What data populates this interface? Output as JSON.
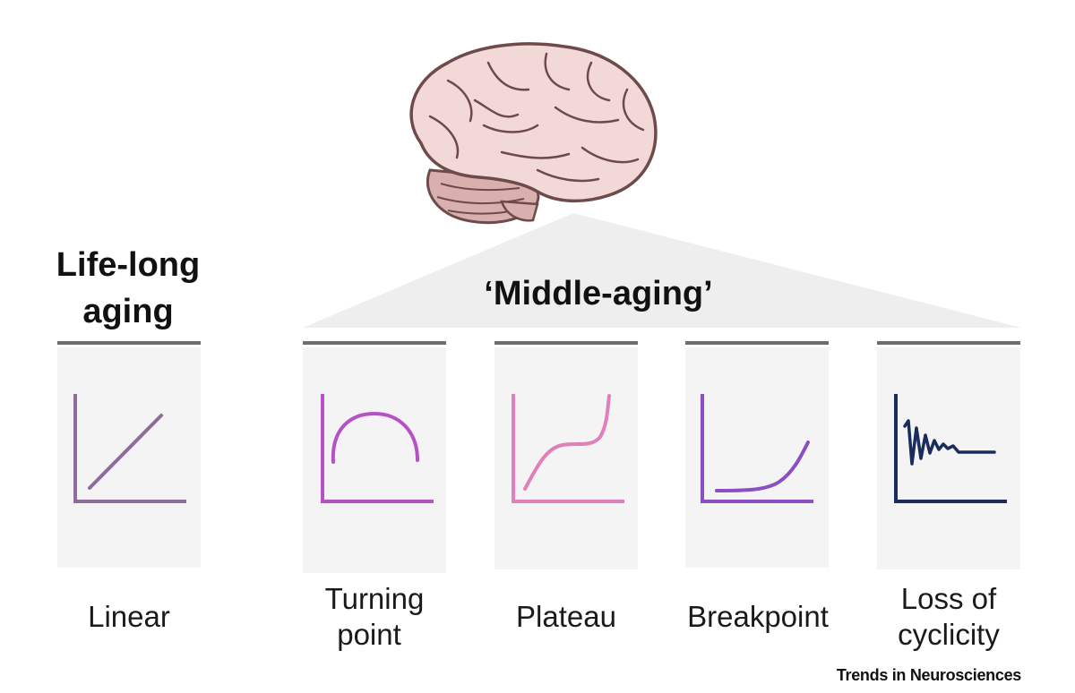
{
  "headings": {
    "life_long": [
      "Life-long",
      "aging"
    ],
    "middle_aging": "‘Middle-aging’"
  },
  "patterns": [
    {
      "key": "linear",
      "label_lines": [
        "Linear"
      ],
      "color": "#8E6C9E"
    },
    {
      "key": "turning-point",
      "label_lines": [
        "Turning",
        "point"
      ],
      "color": "#B651C8"
    },
    {
      "key": "plateau",
      "label_lines": [
        "Plateau"
      ],
      "color": "#E07FBA"
    },
    {
      "key": "breakpoint",
      "label_lines": [
        "Breakpoint"
      ],
      "color": "#8A4FC0"
    },
    {
      "key": "loss-of-cyclicity",
      "label_lines": [
        "Loss of",
        "cyclicity"
      ],
      "color": "#1A2B5E"
    }
  ],
  "colors": {
    "panel_bg": "#F4F4F4",
    "panel_bar": "#6E6E6E",
    "banner": "#EEEEEE",
    "brain_fill": "#F3D8D8",
    "brain_stroke": "#6E4A4A",
    "cerebellum_fill": "#D9B0AE"
  },
  "credit": "Trends in Neurosciences"
}
